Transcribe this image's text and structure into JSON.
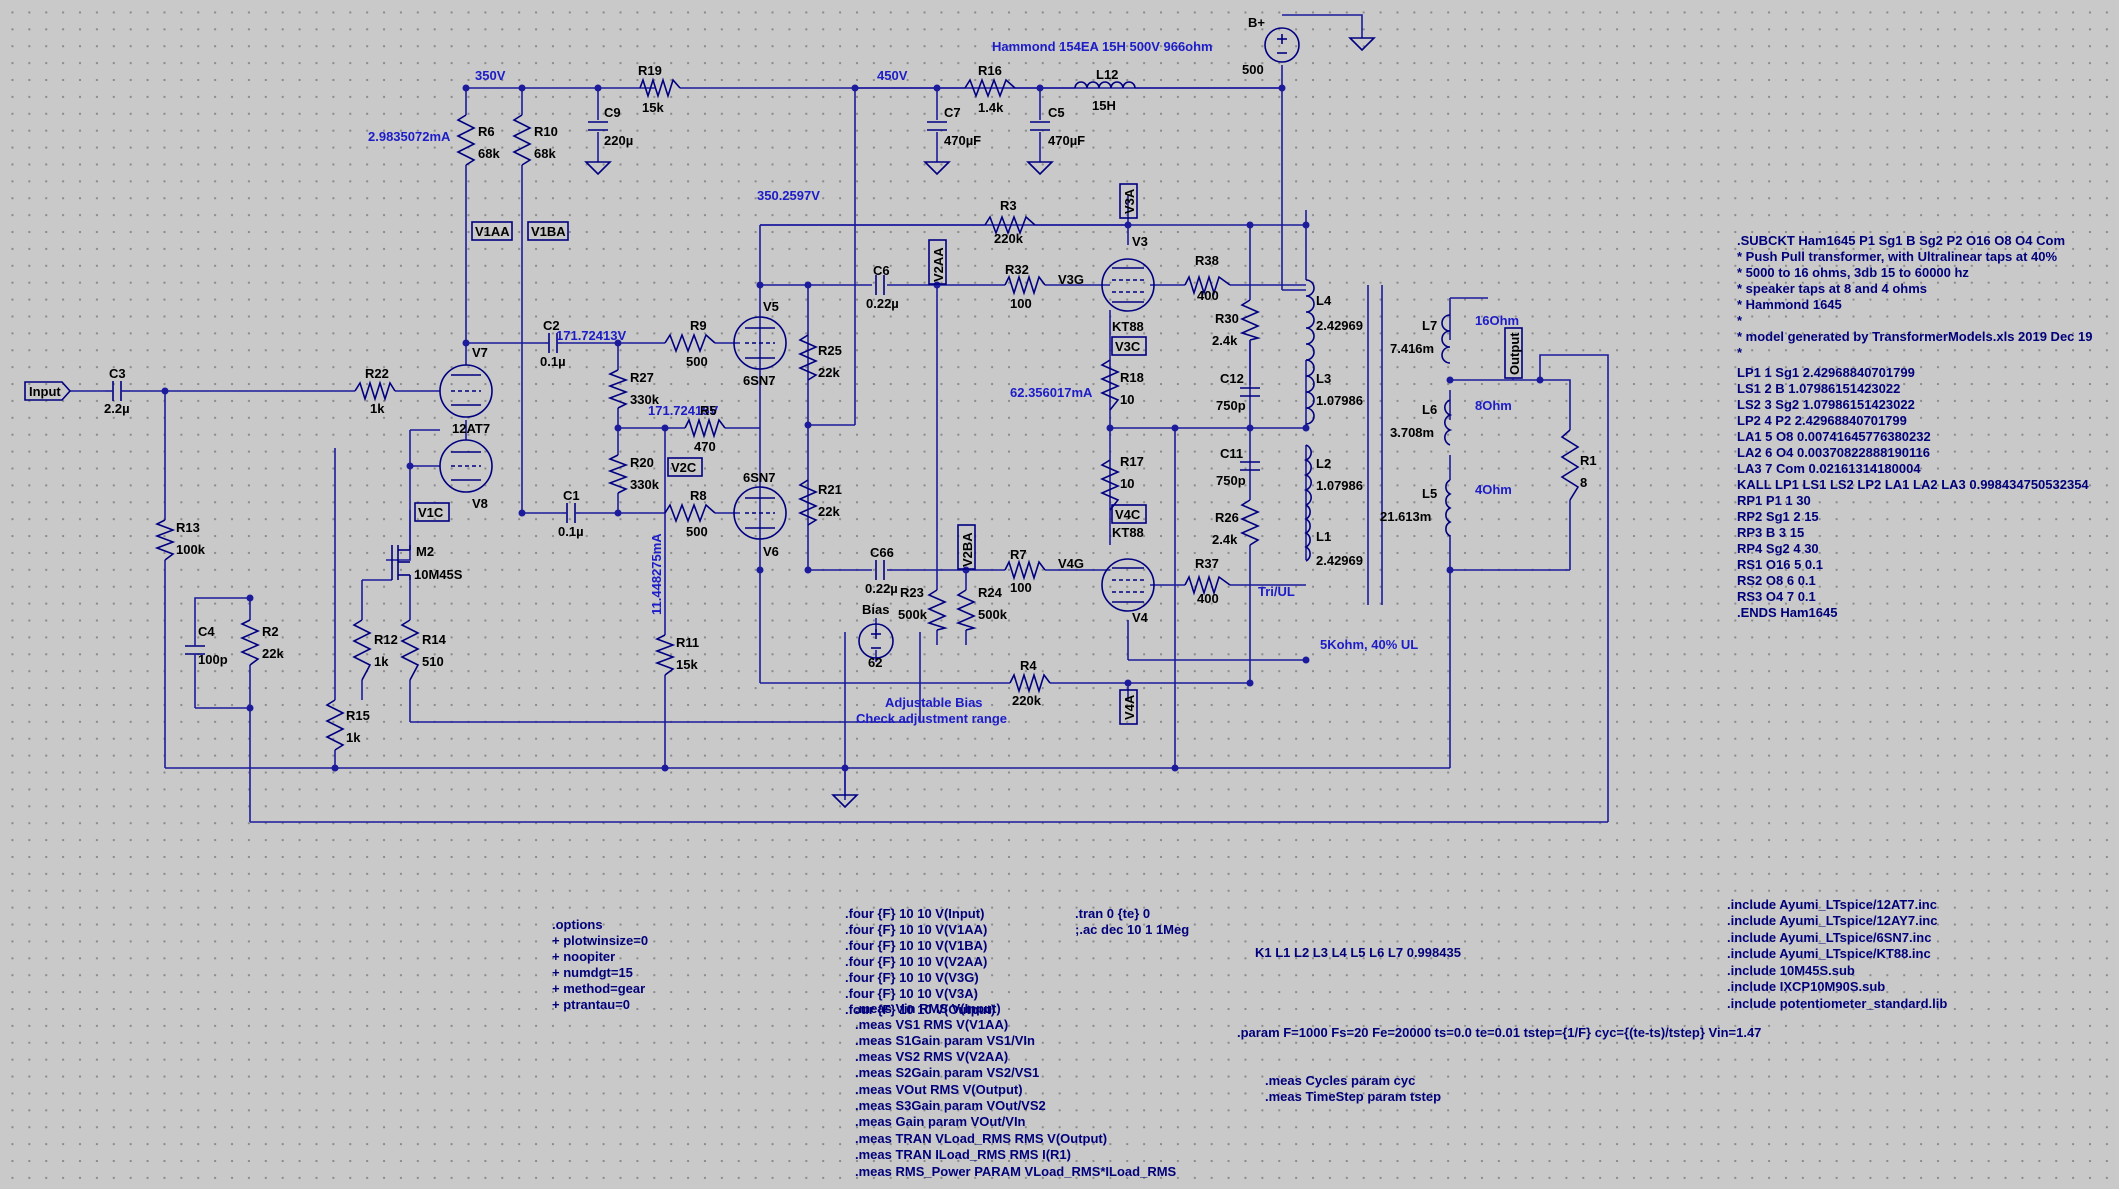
{
  "colors": {
    "background": "#c9c9c9",
    "wire": "#1b1b9c",
    "annotation": "#1c1cc8",
    "directive": "#00007a"
  },
  "nodes": {
    "v350": "350V",
    "v450": "450V",
    "bplus": "B+",
    "anno_current_v7": "2.9835072mA",
    "anno_v350_2597": "350.2597V",
    "anno_171_72413": "171.72413V",
    "anno_171_72415": "171.72415V",
    "anno_62mA": "62.356017mA",
    "anno_11mA": "11.448275mA"
  },
  "transformer_note": "Hammond 154EA 15H 500V 966ohm",
  "output_note": "5Kohm, 40% UL",
  "tri_ul": "Tri/UL",
  "bias_note": [
    "Adjustable Bias",
    "Check adjustment range"
  ],
  "ports": [
    "Input",
    "V1AA",
    "V1BA",
    "V2AA",
    "V2BA",
    "V2C",
    "V1C",
    "V3A",
    "V3C",
    "V4C",
    "V4A",
    "Output"
  ],
  "components": {
    "R6": [
      "R6",
      "68k"
    ],
    "R10": [
      "R10",
      "68k"
    ],
    "C9": [
      "C9",
      "220µ"
    ],
    "R19": [
      "R19",
      "15k"
    ],
    "R16": [
      "R16",
      "1.4k"
    ],
    "C7": [
      "C7",
      "470µF"
    ],
    "L12": [
      "L12",
      "15H"
    ],
    "C5": [
      "C5",
      "470µF"
    ],
    "B1": [
      "",
      "500"
    ],
    "C3": [
      "C3",
      "2.2µ"
    ],
    "R22": [
      "R22",
      "1k"
    ],
    "V7": [
      "V7",
      ""
    ],
    "T12AT7": [
      "12AT7",
      ""
    ],
    "V8": [
      "V8",
      ""
    ],
    "R13": [
      "R13",
      "100k"
    ],
    "C4": [
      "C4",
      "100p"
    ],
    "R2": [
      "R2",
      "22k"
    ],
    "M2": [
      "M2",
      "10M45S"
    ],
    "R12": [
      "R12",
      "1k"
    ],
    "R14": [
      "R14",
      "510"
    ],
    "R15": [
      "R15",
      "1k"
    ],
    "C2": [
      "C2",
      "0.1µ"
    ],
    "C1": [
      "C1",
      "0.1µ"
    ],
    "R27": [
      "R27",
      "330k"
    ],
    "R20": [
      "R20",
      "330k"
    ],
    "R11": [
      "R11",
      "15k"
    ],
    "R9": [
      "R9",
      "500"
    ],
    "R5": [
      "R5",
      "470"
    ],
    "R8": [
      "R8",
      "500"
    ],
    "V5": [
      "V5",
      "6SN7"
    ],
    "V6": [
      "6SN7",
      "V6"
    ],
    "R25": [
      "R25",
      "22k"
    ],
    "R21": [
      "R21",
      "22k"
    ],
    "C6": [
      "C6",
      "0.22µ"
    ],
    "C66": [
      "C66",
      "0.22µ"
    ],
    "R3": [
      "R3",
      "220k"
    ],
    "R4": [
      "R4",
      "220k"
    ],
    "R32": [
      "R32",
      "100"
    ],
    "R7": [
      "R7",
      "100"
    ],
    "R23": [
      "R23",
      "500k"
    ],
    "R24": [
      "R24",
      "500k"
    ],
    "Bias": [
      "Bias",
      "62"
    ],
    "V3": [
      "V3",
      "KT88"
    ],
    "V4": [
      "KT88",
      "V4"
    ],
    "R18": [
      "R18",
      "10"
    ],
    "R17": [
      "R17",
      "10"
    ],
    "R38": [
      "R38",
      "400"
    ],
    "R37": [
      "R37",
      "400"
    ],
    "R30": [
      "R30",
      "2.4k"
    ],
    "R26": [
      "R26",
      "2.4k"
    ],
    "C12": [
      "C12",
      "750p"
    ],
    "C11": [
      "C11",
      "750p"
    ],
    "L4": [
      "L4",
      "2.42969"
    ],
    "L3": [
      "L3",
      "1.07986"
    ],
    "L2": [
      "L2",
      "1.07986"
    ],
    "L1": [
      "L1",
      "2.42969"
    ],
    "L7": [
      "L7",
      "7.416m"
    ],
    "L6": [
      "L6",
      "3.708m"
    ],
    "L5": [
      "L5",
      "21.613m"
    ],
    "R1": [
      "R1",
      "8"
    ],
    "T16": "16Ohm",
    "T8": "8Ohm",
    "T4": "4Ohm",
    "V3G": "V3G",
    "V4G": "V4G"
  },
  "subckt": [
    ".SUBCKT Ham1645 P1 Sg1 B Sg2 P2 O16 O8 O4 Com",
    "* Push Pull transformer, with Ultralinear taps at 40%",
    "* 5000 to 16 ohms, 3db 15 to 60000 hz",
    "* speaker taps at 8 and 4 ohms",
    "*  Hammond 1645",
    "*",
    "*  model generated by TransformerModels.xls 2019 Dec 19",
    "*",
    "LP1 1 Sg1 2.42968840701799",
    "LS1 2 B 1.07986151423022",
    "LS2 3 Sg2 1.07986151423022",
    "LP2 4 P2 2.42968840701799",
    "LA1 5 O8 0.00741645776380232",
    "LA2 6 O4 0.00370822888190116",
    "LA3 7 Com 0.02161314180004",
    "KALL LP1 LS1 LS2 LP2 LA1 LA2 LA3 0.998434750532354",
    "RP1 P1 1 30",
    "RP2 Sg1 2 15",
    "RP3 B 3 15",
    "RP4 Sg2 4 30",
    "RS1 O16 5 0.1",
    "RS2 O8 6 0.1",
    "RS3 O4 7 0.1",
    ".ENDS Ham1645"
  ],
  "options": [
    ".options",
    "+ plotwinsize=0",
    "+ noopiter",
    "+ numdgt=15",
    "+ method=gear",
    "+ ptrantau=0"
  ],
  "four": [
    ".four {F} 10 10 V(Input)",
    ".four {F} 10 10 V(V1AA)",
    ".four {F} 10 10 V(V1BA)",
    ".four {F} 10 10 V(V2AA)",
    ".four {F} 10 10 V(V3G)",
    ".four {F} 10 10 V(V3A)",
    ".four {F} 10 10 V(Output)"
  ],
  "meas": [
    ".meas Vin RMS V(Input)",
    ".meas VS1 RMS V(V1AA)",
    ".meas S1Gain param VS1/VIn",
    ".meas VS2 RMS V(V2AA)",
    ".meas S2Gain param VS2/VS1",
    ".meas VOut RMS V(Output)",
    ".meas S3Gain param VOut/VS2",
    ".meas Gain param VOut/VIn",
    ".meas TRAN VLoad_RMS RMS V(Output)",
    ".meas TRAN ILoad_RMS RMS I(R1)",
    ".meas RMS_Power PARAM VLoad_RMS*ILoad_RMS"
  ],
  "tran": [
    ".tran 0 {te} 0",
    ";.ac dec 10 1 1Meg"
  ],
  "kcouple": "K1 L1 L2 L3 L4 L5 L6 L7 0.998435",
  "param": ".param F=1000 Fs=20 Fe=20000 ts=0.0 te=0.01 tstep={1/F} cyc={(te-ts)/tstep} Vin=1.47",
  "meas2": [
    ".meas Cycles param cyc",
    ".meas TimeStep param tstep"
  ],
  "includes": [
    ".include Ayumi_LTspice/12AT7.inc",
    ".include Ayumi_LTspice/12AY7.inc",
    ".include Ayumi_LTspice/6SN7.inc",
    ".include Ayumi_LTspice/KT88.inc",
    ".include 10M45S.sub",
    ".include IXCP10M90S.sub",
    ".include potentiometer_standard.lib"
  ]
}
